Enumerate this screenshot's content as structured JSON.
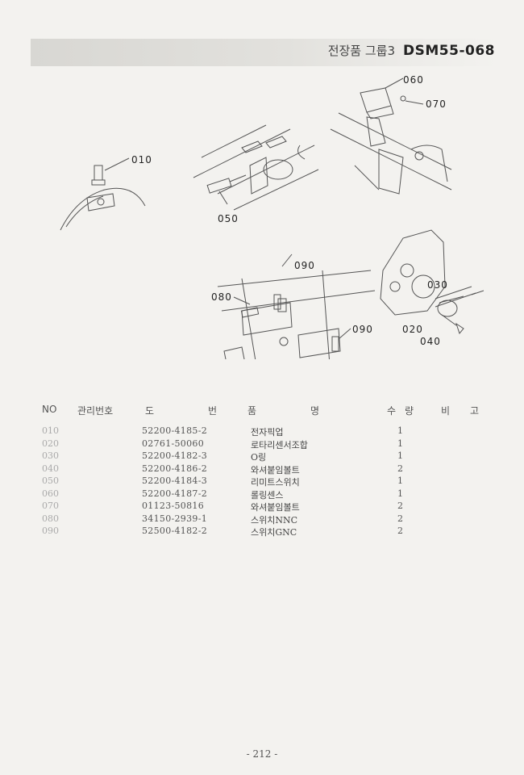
{
  "header": {
    "group_name": "전장품 그룹3",
    "model_code": "DSM55-068"
  },
  "callouts": {
    "c010": "010",
    "c020": "020",
    "c030": "030",
    "c040": "040",
    "c050": "050",
    "c060": "060",
    "c070": "070",
    "c080": "080",
    "c090a": "090",
    "c090b": "090"
  },
  "table": {
    "columns": {
      "no": "NO",
      "mgmt": "관리번호",
      "drawing": [
        "도",
        "번"
      ],
      "part_name": [
        "품",
        "명"
      ],
      "qty": [
        "수",
        "량"
      ],
      "remarks": [
        "비",
        "고"
      ]
    },
    "rows": [
      {
        "no": "010",
        "part_no": "52200-4185-2",
        "name": "전자픽업",
        "qty": "1"
      },
      {
        "no": "020",
        "part_no": "02761-50060",
        "name": "로타리센서조합",
        "qty": "1"
      },
      {
        "no": "030",
        "part_no": "52200-4182-3",
        "name": "O링",
        "qty": "1"
      },
      {
        "no": "040",
        "part_no": "52200-4186-2",
        "name": "와셔붙임볼트",
        "qty": "2"
      },
      {
        "no": "050",
        "part_no": "52200-4184-3",
        "name": "리미트스위치",
        "qty": "1"
      },
      {
        "no": "060",
        "part_no": "52200-4187-2",
        "name": "롤링센스",
        "qty": "1"
      },
      {
        "no": "070",
        "part_no": "01123-50816",
        "name": "와셔붙임볼트",
        "qty": "2"
      },
      {
        "no": "080",
        "part_no": "34150-2939-1",
        "name": "스위치NNC",
        "qty": "2"
      },
      {
        "no": "090",
        "part_no": "52500-4182-2",
        "name": "스위치GNC",
        "qty": "2"
      }
    ]
  },
  "footer": {
    "page_number": "- 212 -"
  }
}
